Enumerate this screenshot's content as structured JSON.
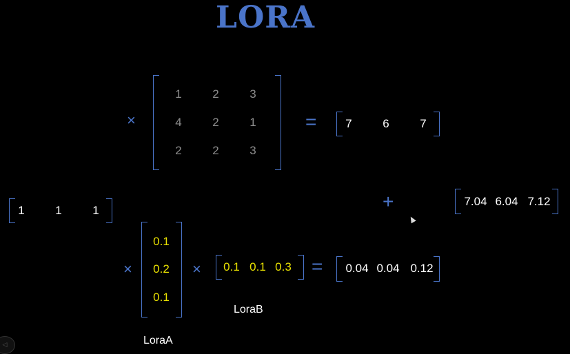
{
  "title": "LORA",
  "operators": {
    "times": "×",
    "equals": "=",
    "plus": "+"
  },
  "input_vector": [
    "1",
    "1",
    "1"
  ],
  "weight_matrix": [
    [
      "1",
      "2",
      "3"
    ],
    [
      "4",
      "2",
      "1"
    ],
    [
      "2",
      "2",
      "3"
    ]
  ],
  "base_result": [
    "7",
    "6",
    "7"
  ],
  "lora_a": [
    "0.1",
    "0.2",
    "0.1"
  ],
  "lora_b": [
    "0.1",
    "0.1",
    "0.3"
  ],
  "lora_result": [
    "0.04",
    "0.04",
    "0.12"
  ],
  "final_result": [
    "7.04",
    "6.04",
    "7.12"
  ],
  "labels": {
    "lora_a": "LoraA",
    "lora_b": "LoraB"
  },
  "colors": {
    "accent": "#4a74c9",
    "weights": "#8c8c8c",
    "lora_values": "#e8e000",
    "text": "#ffffff",
    "background": "#000000"
  }
}
